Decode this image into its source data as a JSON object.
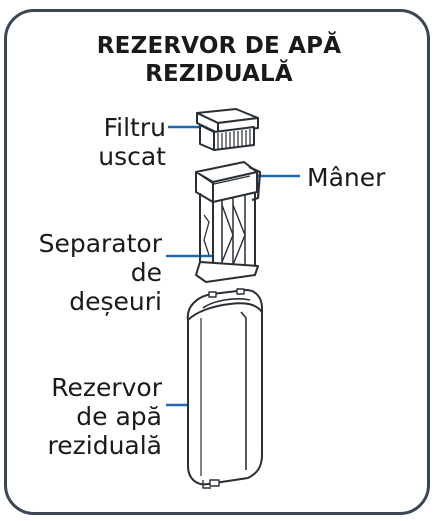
{
  "title_line1": "REZERVOR DE APĂ",
  "title_line2": "REZIDUALĂ",
  "labels": {
    "filter_l1": "Filtru",
    "filter_l2": "uscat",
    "handle": "Mâner",
    "separator_l1": "Separator",
    "separator_l2": "de",
    "separator_l3": "deșeuri",
    "tank_l1": "Rezervor",
    "tank_l2": "de apă",
    "tank_l3": "reziduală"
  },
  "colors": {
    "frame": "#3b4654",
    "leader": "#1f66b3",
    "line_art": "#2a2f36"
  }
}
